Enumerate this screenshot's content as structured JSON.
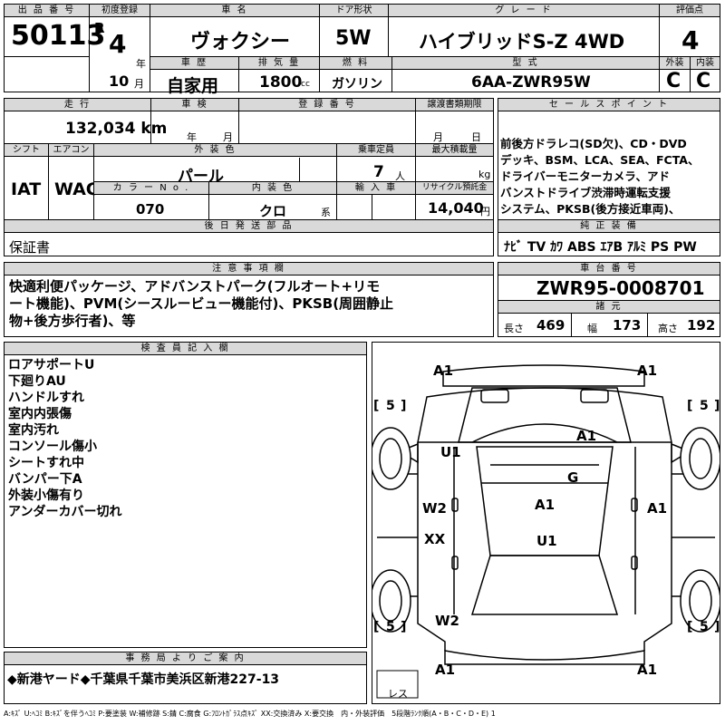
{
  "top": {
    "lot_no_label": "出 品 番 号",
    "lot_no": "50113",
    "first_reg_label": "初度登録",
    "era": "R",
    "year": "4",
    "year_unit": "年",
    "month": "10",
    "month_unit": "月",
    "car_name_label": "車 名",
    "car_name": "ヴォクシー",
    "door_label": "ドア形状",
    "door": "5W",
    "grade_label": "グ レ ー ド",
    "grade": "ハイブリッドS-Z 4WD",
    "score_label": "評価点",
    "score": "4",
    "history_label": "車 歴",
    "history": "自家用",
    "displacement_label": "排 気 量",
    "displacement": "1800",
    "displacement_unit": "cc",
    "fuel_label": "燃 料",
    "fuel": "ガソリン",
    "model_label": "型 式",
    "model": "6AA-ZWR95W",
    "exterior_label": "外装",
    "exterior": "C",
    "interior_label": "内装",
    "interior": "C"
  },
  "mid": {
    "mileage_label": "走 行",
    "mileage": "132,034 km",
    "inspection_label": "車 検",
    "insp_year_unit": "年",
    "insp_month_unit": "月",
    "reg_no_label": "登 録 番 号",
    "transfer_label": "譲渡書類期限",
    "transfer_month_unit": "月",
    "transfer_day_unit": "日",
    "shift_label": "シフト",
    "shift": "IAT",
    "ac_label": "エアコン",
    "ac": "WAC",
    "color_label": "外 装 色",
    "color": "パール",
    "capacity_label": "乗車定員",
    "capacity": "7",
    "capacity_unit": "人",
    "load_label": "最大積載量",
    "load_unit": "kg",
    "color_no_label": "カ ラ ー N o .",
    "color_no": "070",
    "int_color_label": "内 装 色",
    "int_color": "クロ",
    "int_color_unit": "系",
    "import_label": "輸 入 車",
    "recycle_label": "リサイクル預託金",
    "recycle": "14,040",
    "recycle_unit": "円",
    "later_label": "後 日 発 送 部 品",
    "later": "保証書"
  },
  "sales": {
    "label": "セ ー ル ス ポ イ ン ト",
    "text": "前後方ドラレコ(SD欠)、CD・DVD\nデッキ、BSM、LCA、SEA、FCTA、\nドライバーモニターカメラ、アド\nバンストドライブ渋滞時運転支援\nシステム、PKSB(後方接近車両)、"
  },
  "equipment": {
    "label": "純 正 装 備",
    "items": "ﾅﾋﾞ TV ｶﾜ ABS ｴｱB ｱﾙﾐ PS PW"
  },
  "notes": {
    "label": "注 意 事 項 欄",
    "text": "快適利便パッケージ、アドバンストパーク(フルオート+リモ\nート機能)、PVM(シースルービュー機能付)、PKSB(周囲静止\n物+後方歩行者)、等"
  },
  "chassis": {
    "label": "車 台 番 号",
    "number": "ZWR95-0008701",
    "dims_label": "諸 元",
    "length_label": "長さ",
    "length": "469",
    "width_label": "幅",
    "width": "173",
    "height_label": "高さ",
    "height": "192"
  },
  "inspector": {
    "label": "検 査 員 記 入 欄",
    "lines": [
      "ロアサポートU",
      "下廻りAU",
      "ハンドルすれ",
      "室内内張傷",
      "室内汚れ",
      "コンソール傷小",
      "シートすれ中",
      "バンパー下A",
      "外装小傷有り",
      "アンダーカバー切れ"
    ]
  },
  "diagram": {
    "marks": [
      "A1",
      "A1",
      "U1",
      "A1",
      "G",
      "W2",
      "A1",
      "A1",
      "XX",
      "U1",
      "W2",
      "A1",
      "A1"
    ],
    "tires": [
      "5",
      "5",
      "5",
      "5"
    ],
    "bracket_left": "[",
    "bracket_right": "]",
    "spare": "レス"
  },
  "office": {
    "label": "事 務 局 よ り ご 案 内",
    "text": "◆新港ヤード◆千葉県千葉市美浜区新港227-13"
  },
  "legend": "A:ｷｽﾞ U:ﾍｺﾐ B:ｷｽﾞを伴うﾍｺﾐ P:要塗装 W:補修跡 S:錆 C:腐食 G:ﾌﾛﾝﾄｶﾞﾗｽ点ｷｽﾞ XX:交換済み X:要交換　内・外装評価　5段階ﾗﾝｸ順(A・B・C・D・E) 1"
}
